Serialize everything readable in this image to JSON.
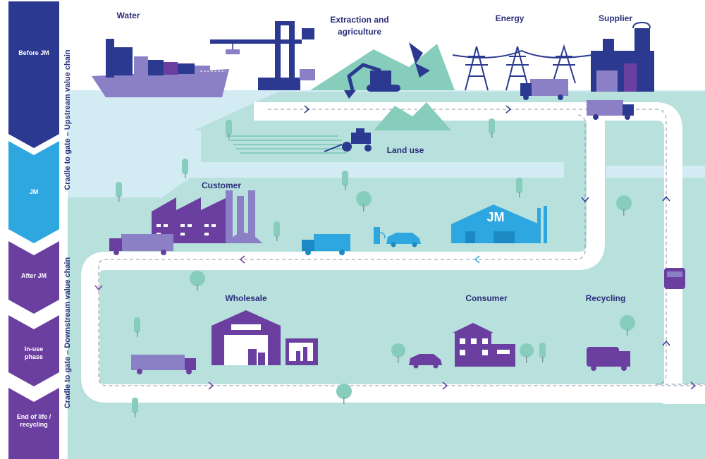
{
  "colors": {
    "water": "#d3ecf4",
    "land": "#b8e0dd",
    "road": "#ffffff",
    "dark_blue": "#2b3990",
    "purple": "#6b3fa0",
    "light_purple": "#8b7fc6",
    "teal": "#86cdbc",
    "light_blue": "#2ea7e0",
    "text": "#2b2e7a"
  },
  "stages": [
    {
      "label": "Before JM",
      "color": "#2b3990"
    },
    {
      "label": "JM",
      "color": "#2ea7e0"
    },
    {
      "label": "After JM",
      "color": "#6b3fa0"
    },
    {
      "label": "In-use phase",
      "color": "#6b3fa0"
    },
    {
      "label": "End of life / recycling",
      "color": "#6b3fa0"
    }
  ],
  "chain_labels": {
    "upstream": "Cradle to gate – Upstream value chain",
    "downstream": "Cradle to gate – Downstream value chain"
  },
  "labels": {
    "water": "Water",
    "extraction": "Extraction and agriculture",
    "energy": "Energy",
    "supplier": "Supplier",
    "land_use": "Land use",
    "customer": "Customer",
    "wholesale": "Wholesale",
    "consumer": "Consumer",
    "recycling": "Recycling"
  },
  "jm_logo": "JM",
  "icons": [
    "cargo-ship-icon",
    "port-crane-icon",
    "excavator-icon",
    "power-pylon-icon",
    "supplier-factory-icon",
    "tractor-icon",
    "customer-factory-icon",
    "jm-plant-icon",
    "ev-charger-icon",
    "car-icon",
    "truck-icon",
    "warehouse-icon",
    "house-icon",
    "garbage-truck-icon",
    "tree-icon"
  ]
}
